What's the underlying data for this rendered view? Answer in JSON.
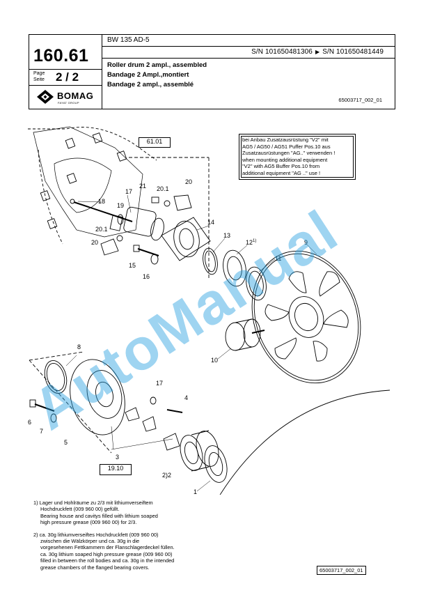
{
  "header": {
    "model": "BW 135 AD-5",
    "serial_from": "S/N 101650481306",
    "serial_to": "S/N 101650481449",
    "page_number": "160.61",
    "page_label_1": "Page",
    "page_label_2": "Seite",
    "page_of": "2 / 2",
    "title_en": "Roller drum 2 ampl., assembled",
    "title_de": "Bandage 2 Ampl.,montiert",
    "title_fr": "Bandage 2 ampl., assemblé",
    "doc_ref": "65003717_002_01",
    "logo_text": "BOMAG",
    "logo_sub": "FAYAT GROUP"
  },
  "drawing": {
    "ref_top": "61.01",
    "ref_bottom": "19.10",
    "note_box": [
      "bei Anbau Zusatzausrüstung \"V2\" mit",
      "AG5 / AG50 / AG51 Puffer Pos.10 aus",
      "Zusatzausrüstungen \"AG..\" verwenden !",
      "when mounting additional equipment",
      "\"V2\" with AG5 Buffer Pos.10 from",
      "additional equipment \"AG ..\" use !"
    ],
    "callouts": {
      "c1": "1",
      "c2": "2)2",
      "c3": "3",
      "c4": "4",
      "c5": "5",
      "c6": "6",
      "c7": "7",
      "c8": "8",
      "c9": "9",
      "c10": "10",
      "c11": "11",
      "c12": "12",
      "c12s": "1)",
      "c13": "13",
      "c14": "14",
      "c15": "15",
      "c16": "16",
      "c17a": "17",
      "c17b": "17",
      "c18": "18",
      "c19": "19",
      "c20a": "20",
      "c20b": "20",
      "c201a": "20.1",
      "c201b": "20.1",
      "c21": "21"
    },
    "watermark": "AutoManual"
  },
  "notes": {
    "n1_de": "1) Lager und Hohlräume zu 2/3 mit lithiumverseiftem",
    "n1_de2": "Hochdruckfett (009 960 00) gefüllt.",
    "n1_en": "Bearing house and cavitys filled with lithium soaped",
    "n1_en2": "high pressure grease (009 960 00) for 2/3.",
    "n2_de": "2) ca. 30g lithiumverseiftes Hochdruckfett (009 960 00)",
    "n2_de2": "zwischen die Wälzkörper und ca. 30g in die",
    "n2_de3": "vorgesehenen Fettkammern der Flanschlagerdeckel füllen.",
    "n2_en": "ca. 30g lithium soaped high pressure grease (009 960 00)",
    "n2_en2": "filled in between the roll bodies and ca. 30g in the intended",
    "n2_en3": "grease chambers of the flanged bearing covers."
  },
  "footer_ref": "65003717_002_01"
}
